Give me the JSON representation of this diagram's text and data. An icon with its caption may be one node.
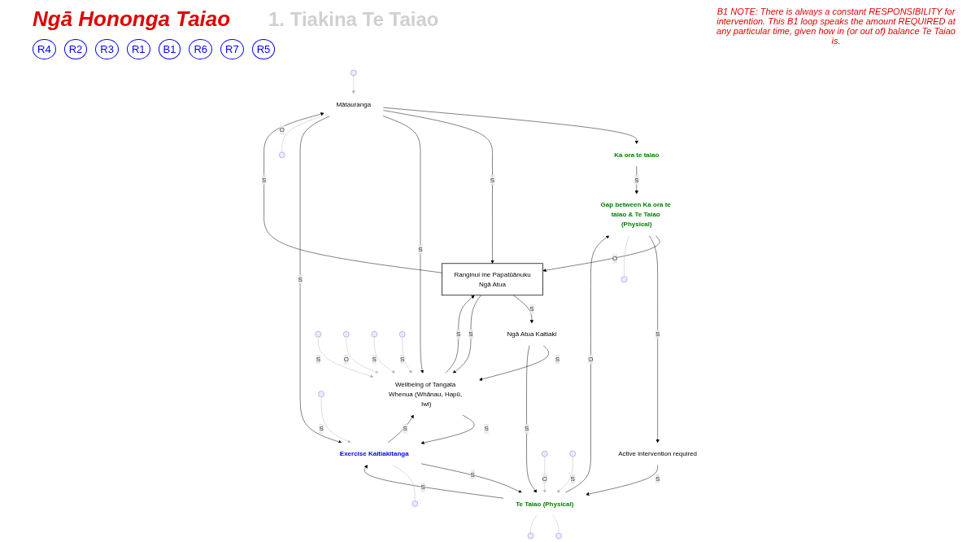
{
  "diagram": {
    "title": "Ngā Hononga Taiao",
    "nodes": [
      {
        "text": [
          "Mātauranga"
        ]
      },
      {
        "text": [
          "Ranginui me Papatūānuku",
          "Ngā Atua"
        ]
      },
      {
        "text": [
          "Ngā Atua Kaitiaki"
        ]
      },
      {
        "text": [
          "Ka ora te taiao"
        ]
      },
      {
        "text": [
          "Active intervention required"
        ]
      },
      {
        "text": [
          "Gap between Ka ora te taiao & Te Taiao (Physical)"
        ]
      },
      {
        "text": [
          "Wellbeing of Tangata Whenua (Whānau, Hapū, Iwi)"
        ]
      },
      {
        "text": [
          "Te Taiao (Physical)"
        ]
      },
      {
        "text": [
          "Exercise Kaitiakitanga"
        ]
      }
    ],
    "edges": [
      {
        "from": 0,
        "to": 3,
        "arrow": "to"
      },
      {
        "from": 5,
        "to": 1,
        "arrow": "to",
        "label": "O"
      },
      {
        "from": 1,
        "to": 0,
        "arrow": "to",
        "label": "S"
      },
      {
        "from": 0,
        "to": 1,
        "arrow": "to",
        "label": "S"
      },
      {
        "from": 1,
        "to": 2,
        "arrow": "to",
        "label": "S"
      },
      {
        "from": 1,
        "to": 6,
        "arrow": "to",
        "label": "S"
      },
      {
        "from": 6,
        "to": 1,
        "arrow": "to",
        "label": "S"
      },
      {
        "from": 0,
        "to": 6,
        "arrow": "to",
        "label": "S"
      },
      {
        "from": 0,
        "to": 8,
        "arrow": "to",
        "label": "S"
      },
      {
        "from": 2,
        "to": 6,
        "arrow": "to",
        "label": "S"
      },
      {
        "from": 2,
        "to": 7,
        "arrow": "to",
        "label": "S"
      },
      {
        "from": 3,
        "to": 5,
        "arrow": "to",
        "label": "S"
      },
      {
        "from": 5,
        "to": 4,
        "arrow": "to",
        "label": "S"
      },
      {
        "from": 4,
        "to": 7,
        "arrow": "to",
        "label": "S"
      },
      {
        "from": 7,
        "to": 5,
        "arrow": "to",
        "label": "O"
      },
      {
        "from": 7,
        "to": 8,
        "arrow": "to",
        "label": "S"
      },
      {
        "from": 8,
        "to": 7,
        "arrow": "to",
        "label": "S"
      },
      {
        "from": 6,
        "to": 8,
        "arrow": "to",
        "label": "S"
      },
      {
        "from": 8,
        "to": 6,
        "arrow": "to",
        "label": "S"
      },
      {
        "from": 0,
        "to": null,
        "arrow": "none",
        "label": "O",
        "color": "#bbbbbb"
      },
      {
        "from": null,
        "to": 0,
        "arrow": "to",
        "color": "#bbbbbb"
      },
      {
        "from": null,
        "to": 6,
        "arrow": "to",
        "label": "S",
        "color": "#bbbbbb"
      },
      {
        "from": null,
        "to": 6,
        "arrow": "to",
        "label": "O",
        "color": "#bbbbbb"
      },
      {
        "from": null,
        "to": 6,
        "arrow": "to",
        "label": "S",
        "color": "#bbbbbb"
      },
      {
        "from": null,
        "to": 6,
        "arrow": "to",
        "label": "S",
        "color": "#bbbbbb"
      },
      {
        "from": null,
        "to": 8,
        "arrow": "to",
        "label": "S",
        "color": "#bbbbbb"
      },
      {
        "from": 8,
        "to": null,
        "arrow": "none",
        "color": "#bbbbbb"
      },
      {
        "from": null,
        "to": 7,
        "arrow": "to",
        "label": "O",
        "color": "#bbbbbb"
      },
      {
        "from": 7,
        "to": null,
        "arrow": "none",
        "color": "#bbbbbb"
      },
      {
        "from": null,
        "to": 7,
        "arrow": "to",
        "label": "S",
        "color": "#bbbbbb"
      },
      {
        "from": 7,
        "to": null,
        "arrow": "none",
        "color": "#bbbbbb"
      },
      {
        "from": 5,
        "to": null,
        "arrow": "none",
        "color": "#bbbbbb"
      }
    ],
    "labels": [
      "B1 NOTE: There is always a constant RESPONSIBILITY for intervention. This B1 loop speaks the amount REQUIRED at any particular time, given how in (or out of) balance Te Taiao is.",
      "R4",
      "1. Tiakina Te Taiao",
      "R2",
      "R3",
      "R1",
      "B1",
      "R6",
      "R7",
      "R5"
    ]
  }
}
